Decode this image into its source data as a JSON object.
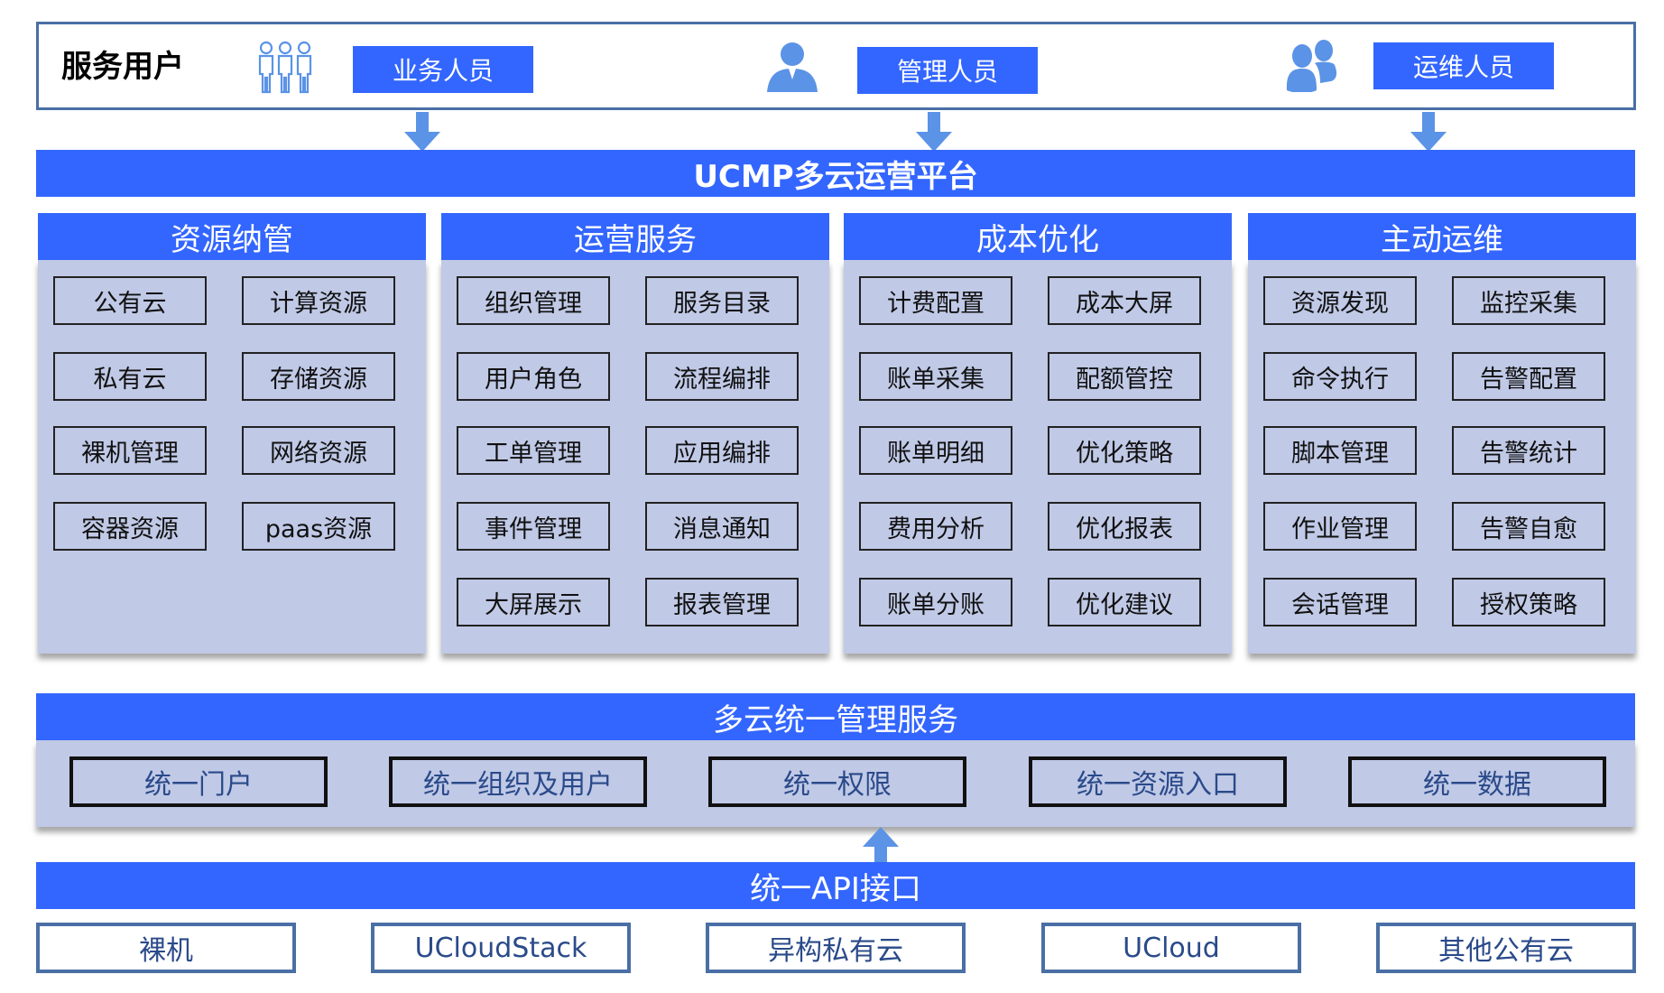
{
  "users": {
    "title": "服务用户",
    "roles": [
      {
        "label": "业务人员",
        "icon": "three-people-outline-icon"
      },
      {
        "label": "管理人员",
        "icon": "person-icon"
      },
      {
        "label": "运维人员",
        "icon": "two-people-icon"
      }
    ]
  },
  "platform": {
    "title": "UCMP多云运营平台"
  },
  "columns": [
    {
      "title": "资源纳管",
      "items": [
        "公有云",
        "计算资源",
        "私有云",
        "存储资源",
        "裸机管理",
        "网络资源",
        "容器资源",
        "paas资源"
      ]
    },
    {
      "title": "运营服务",
      "items": [
        "组织管理",
        "服务目录",
        "用户角色",
        "流程编排",
        "工单管理",
        "应用编排",
        "事件管理",
        "消息通知",
        "大屏展示",
        "报表管理"
      ]
    },
    {
      "title": "成本优化",
      "items": [
        "计费配置",
        "成本大屏",
        "账单采集",
        "配额管控",
        "账单明细",
        "优化策略",
        "费用分析",
        "优化报表",
        "账单分账",
        "优化建议"
      ]
    },
    {
      "title": "主动运维",
      "items": [
        "资源发现",
        "监控采集",
        "命令执行",
        "告警配置",
        "脚本管理",
        "告警统计",
        "作业管理",
        "告警自愈",
        "会话管理",
        "授权策略"
      ]
    }
  ],
  "management": {
    "title": "多云统一管理服务",
    "items": [
      "统一门户",
      "统一组织及用户",
      "统一权限",
      "统一资源入口",
      "统一数据"
    ]
  },
  "api": {
    "title": "统一API接口"
  },
  "sources": [
    "裸机",
    "UCloudStack",
    "异构私有云",
    "UCloud",
    "其他公有云"
  ],
  "colors": {
    "accent": "#3366ff",
    "panel": "#c0c9e6",
    "frame": "#4a6fa5",
    "arrow": "#5b93e6"
  }
}
